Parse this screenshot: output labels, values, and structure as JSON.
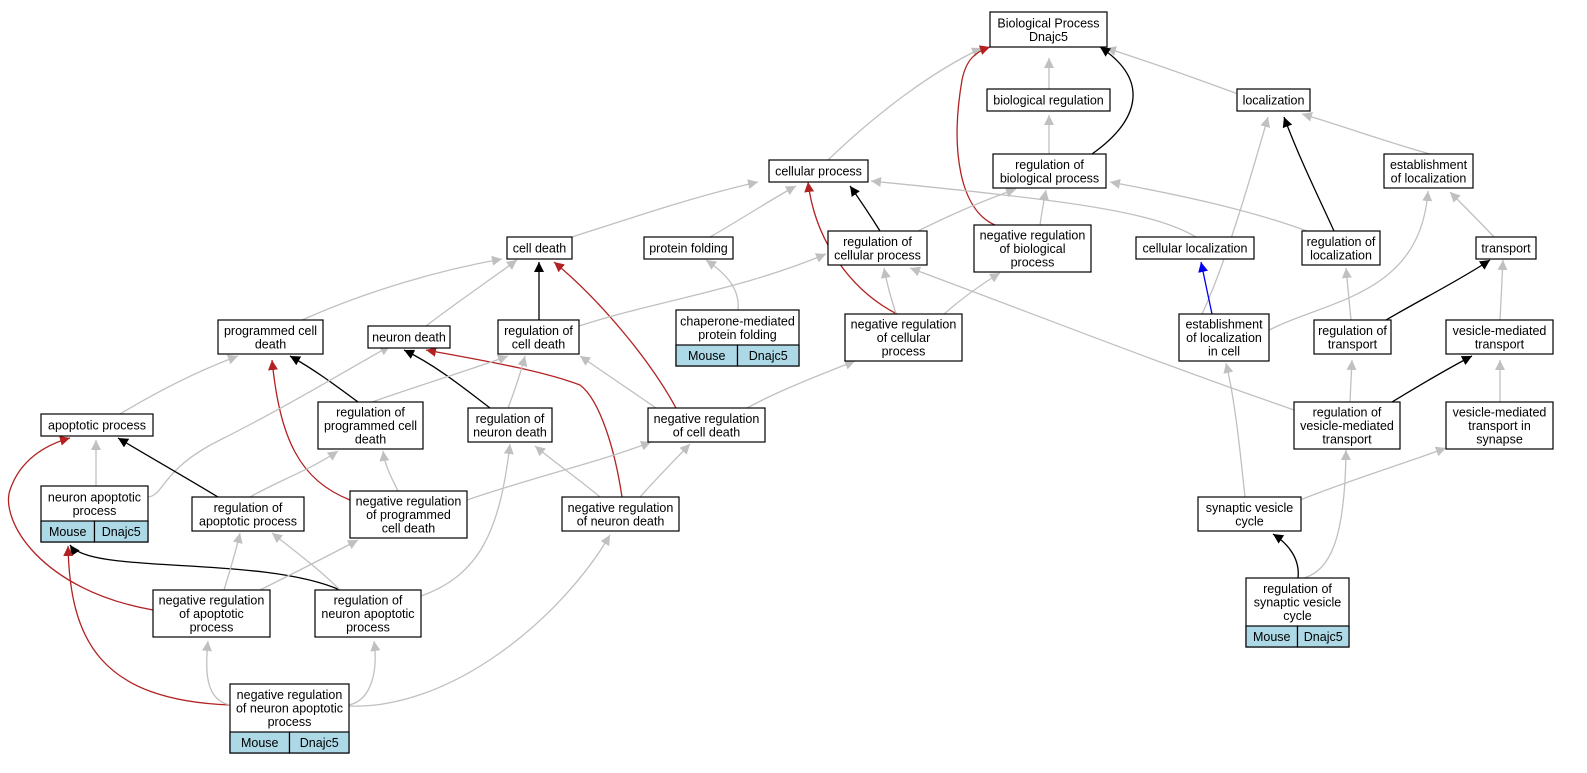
{
  "nodes": [
    {
      "id": "root",
      "lines": [
        "Biological Process",
        "Dnajc5"
      ]
    },
    {
      "id": "bioreg",
      "lines": [
        "biological regulation"
      ]
    },
    {
      "id": "localization",
      "lines": [
        "localization"
      ]
    },
    {
      "id": "cellproc",
      "lines": [
        "cellular process"
      ]
    },
    {
      "id": "regbio",
      "lines": [
        "regulation of",
        "biological process"
      ]
    },
    {
      "id": "estloc",
      "lines": [
        "establishment",
        "of localization"
      ]
    },
    {
      "id": "celldeath",
      "lines": [
        "cell death"
      ]
    },
    {
      "id": "protfold",
      "lines": [
        "protein folding"
      ]
    },
    {
      "id": "regcell",
      "lines": [
        "regulation of",
        "cellular process"
      ]
    },
    {
      "id": "negregbio",
      "lines": [
        "negative regulation",
        "of biological",
        "process"
      ]
    },
    {
      "id": "cellloc",
      "lines": [
        "cellular localization"
      ]
    },
    {
      "id": "regloc",
      "lines": [
        "regulation of",
        "localization"
      ]
    },
    {
      "id": "transport",
      "lines": [
        "transport"
      ]
    },
    {
      "id": "progdeath",
      "lines": [
        "programmed cell",
        "death"
      ]
    },
    {
      "id": "neurondeath",
      "lines": [
        "neuron death"
      ]
    },
    {
      "id": "regcelldeath",
      "lines": [
        "regulation of",
        "cell death"
      ]
    },
    {
      "id": "chaperone",
      "lines": [
        "chaperone-mediated",
        "protein folding"
      ],
      "annot": [
        "Mouse",
        "Dnajc5"
      ]
    },
    {
      "id": "negregcell",
      "lines": [
        "negative regulation",
        "of cellular",
        "process"
      ]
    },
    {
      "id": "estlocincell",
      "lines": [
        "establishment",
        "of localization",
        "in cell"
      ]
    },
    {
      "id": "regtransport",
      "lines": [
        "regulation of",
        "transport"
      ]
    },
    {
      "id": "vesmedtransport",
      "lines": [
        "vesicle-mediated",
        "transport"
      ]
    },
    {
      "id": "apoptotic",
      "lines": [
        "apoptotic process"
      ]
    },
    {
      "id": "regprogdeath",
      "lines": [
        "regulation of",
        "programmed cell",
        "death"
      ]
    },
    {
      "id": "regneurondeath",
      "lines": [
        "regulation of",
        "neuron death"
      ]
    },
    {
      "id": "negregcelldeath",
      "lines": [
        "negative regulation",
        "of cell death"
      ]
    },
    {
      "id": "regvesmed",
      "lines": [
        "regulation of",
        "vesicle-mediated",
        "transport"
      ]
    },
    {
      "id": "vesmedsynapse",
      "lines": [
        "vesicle-mediated",
        "transport in",
        "synapse"
      ]
    },
    {
      "id": "neuronapop",
      "lines": [
        "neuron apoptotic",
        "process"
      ],
      "annot": [
        "Mouse",
        "Dnajc5"
      ]
    },
    {
      "id": "regapop",
      "lines": [
        "regulation of",
        "apoptotic process"
      ]
    },
    {
      "id": "negregprog",
      "lines": [
        "negative regulation",
        "of programmed",
        "cell death"
      ]
    },
    {
      "id": "negregneurondeath",
      "lines": [
        "negative regulation",
        "of neuron death"
      ]
    },
    {
      "id": "synvescycle",
      "lines": [
        "synaptic vesicle",
        "cycle"
      ]
    },
    {
      "id": "negregapop",
      "lines": [
        "negative regulation",
        "of apoptotic",
        "process"
      ]
    },
    {
      "id": "regneuronapop",
      "lines": [
        "regulation of",
        "neuron apoptotic",
        "process"
      ]
    },
    {
      "id": "regsynves",
      "lines": [
        "regulation of",
        "synaptic vesicle",
        "cycle"
      ],
      "annot": [
        "Mouse",
        "Dnajc5"
      ]
    },
    {
      "id": "negregneuronapop",
      "lines": [
        "negative regulation",
        "of neuron apoptotic",
        "process"
      ],
      "annot": [
        "Mouse",
        "Dnajc5"
      ]
    }
  ],
  "edge_colors": {
    "is_a": "#c0c0c0",
    "regulates": "#000000",
    "negatively_regulates": "#b22222",
    "part_of": "#0000ee"
  },
  "annotation_fill": "#add8e6"
}
